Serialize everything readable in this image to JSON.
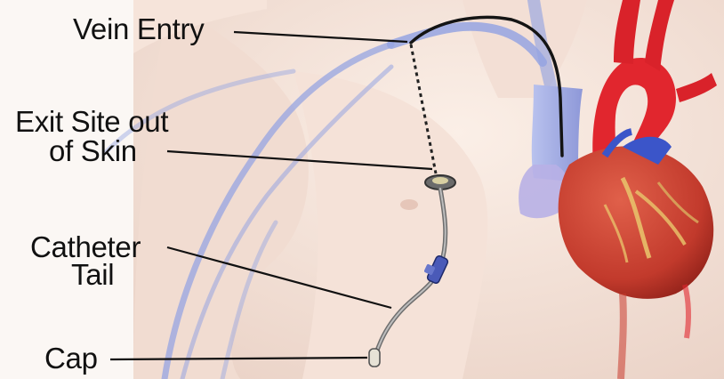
{
  "labels": {
    "vein_entry": "Vein Entry",
    "exit_site_line1": "Exit Site out",
    "exit_site_line2": "of Skin",
    "catheter_line1": "Catheter",
    "catheter_line2": "Tail",
    "cap": "Cap"
  },
  "colors": {
    "skin": "#f2ded3",
    "vein": "#8f9fe0",
    "catheter": "#1a1a1a",
    "heart": "#c43c2e",
    "artery": "#e0242c",
    "cap_connector": "#4a5ab8"
  }
}
